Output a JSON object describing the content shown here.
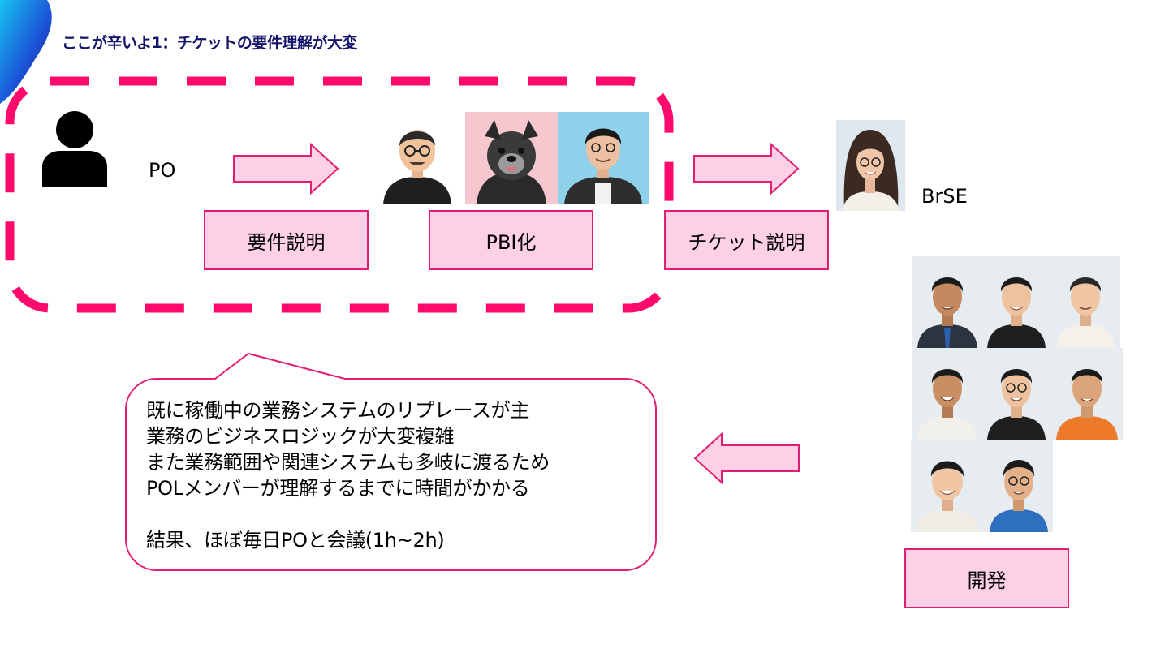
{
  "slide": {
    "title": "ここが辛いよ1：チケットの要件理解が大変"
  },
  "roles": {
    "po": "PO",
    "brse": "BrSE"
  },
  "steps": {
    "requirements": "要件説明",
    "pbi": "PBI化",
    "ticket": "チケット説明",
    "dev": "開発"
  },
  "callout": {
    "lines": [
      "既に稼働中の業務システムのリプレースが主",
      "業務のビジネスロジックが大変複雑",
      "また業務範囲や関連システムも多岐に渡るため",
      "POLメンバーが理解するまでに時間がかかる",
      "",
      "結果、ほぼ毎日POと会議(1h~2h)"
    ]
  },
  "colors": {
    "accent_pink": "#fd0a6c",
    "box_fill": "#fdd0e5",
    "box_border": "#e21e72",
    "title_navy": "#14146b",
    "corner_blue": "#0f6fe0"
  },
  "icons": {
    "po": "person-silhouette-icon",
    "arrows": "arrow-icon"
  }
}
